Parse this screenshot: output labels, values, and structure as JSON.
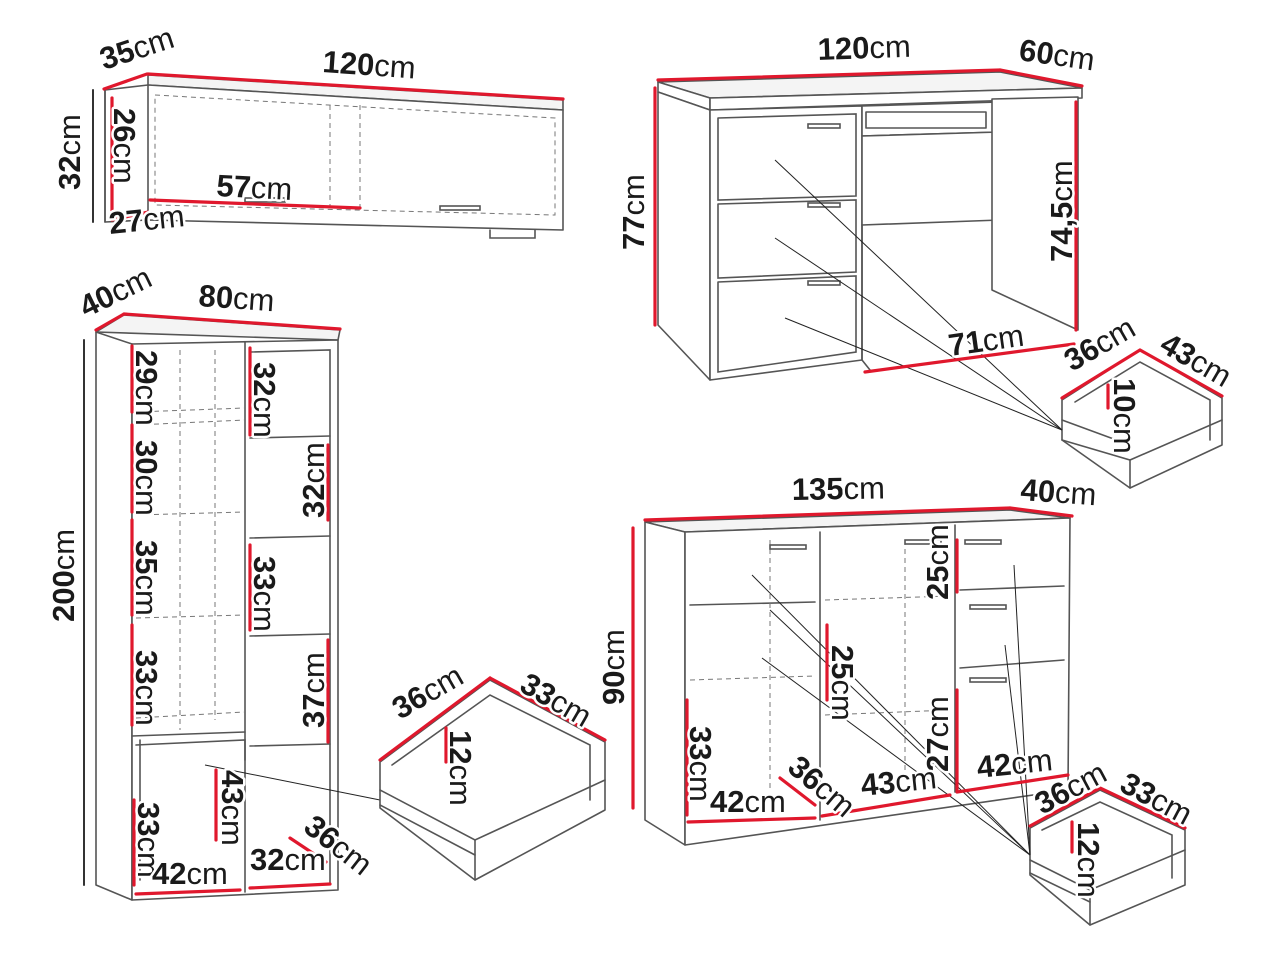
{
  "colors": {
    "dimension_line": "#e0182d",
    "outline": "#555555",
    "text": "#1a1a1a"
  },
  "wall_cabinet": {
    "depth_top": "35",
    "width_top": "120",
    "height_outer": "32",
    "height_inner": "26",
    "depth_bottom": "27",
    "shelf_width": "57"
  },
  "desk": {
    "width": "120",
    "depth": "60",
    "height": "77",
    "knee_height": "74,5",
    "knee_width": "71",
    "drawer_depth": "36",
    "drawer_width": "43",
    "drawer_height": "10"
  },
  "tall_cabinet": {
    "depth": "40",
    "width": "80",
    "height": "200",
    "left_shelf_1": "29",
    "left_shelf_2": "30",
    "left_shelf_3": "35",
    "left_shelf_4": "33",
    "left_shelf_5": "33",
    "right_shelf_1": "32",
    "right_shelf_2": "32",
    "right_shelf_3": "33",
    "right_shelf_4": "37",
    "bottom_height": "43",
    "bottom_width_left": "42",
    "bottom_width_right": "32",
    "bottom_depth": "36",
    "drawer_depth": "36",
    "drawer_width": "33",
    "drawer_height": "12"
  },
  "sideboard": {
    "width": "135",
    "depth": "40",
    "height": "90",
    "right_drawer": "25",
    "mid_shelf": "25",
    "right_lower": "27",
    "left_lower": "33",
    "left_width": "42",
    "left_depth": "36",
    "mid_width": "43",
    "right_width": "42",
    "drawer_depth": "36",
    "drawer_width": "33",
    "drawer_height": "12"
  },
  "unit": "cm"
}
